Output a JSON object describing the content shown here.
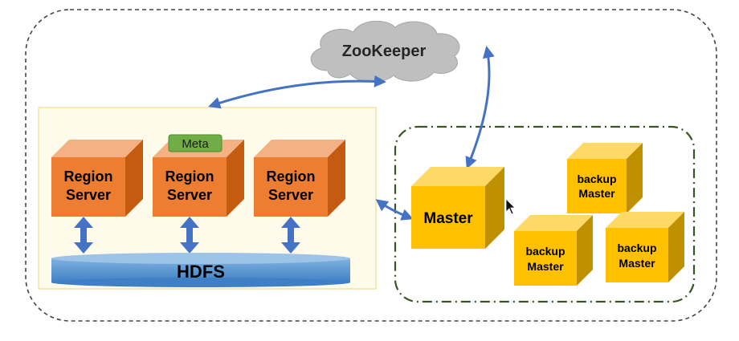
{
  "diagram": {
    "zookeeper": {
      "label": "ZooKeeper"
    },
    "region_servers": [
      {
        "line1": "Region",
        "line2": "Server",
        "tag": ""
      },
      {
        "line1": "Region",
        "line2": "Server",
        "tag": "Meta"
      },
      {
        "line1": "Region",
        "line2": "Server",
        "tag": ""
      }
    ],
    "hdfs": {
      "label": "HDFS"
    },
    "master": {
      "label": "Master"
    },
    "backup_masters": [
      {
        "line1": "backup",
        "line2": "Master"
      },
      {
        "line1": "backup",
        "line2": "Master"
      },
      {
        "line1": "backup",
        "line2": "Master"
      }
    ],
    "colors": {
      "region_front": "#ED7D31",
      "region_top": "#F4B183",
      "region_side": "#C55A11",
      "master_front": "#FFC000",
      "master_top": "#FFD966",
      "master_side": "#BF9000",
      "hdfs_body": "#5B9BD5",
      "hdfs_top": "#9DC3E6",
      "cloud": "#BFBFBF",
      "arrow": "#4472C4",
      "meta_tag": "#70AD47",
      "panel_bg": "#FFFBEA",
      "panel_border": "#F2E3A6",
      "master_border": "#375623"
    }
  }
}
